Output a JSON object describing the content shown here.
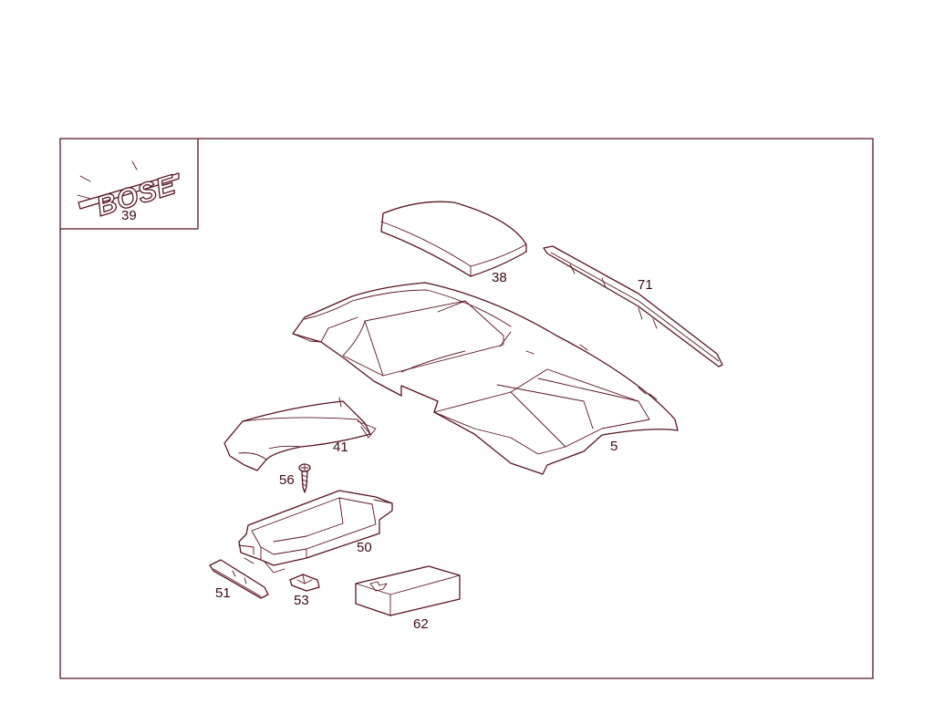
{
  "parts": [
    {
      "id": "p39",
      "label": "39"
    },
    {
      "id": "p38",
      "label": "38"
    },
    {
      "id": "p71",
      "label": "71"
    },
    {
      "id": "p5",
      "label": "5"
    },
    {
      "id": "p41",
      "label": "41"
    },
    {
      "id": "p56",
      "label": "56"
    },
    {
      "id": "p50",
      "label": "50"
    },
    {
      "id": "p51",
      "label": "51"
    },
    {
      "id": "p53",
      "label": "53"
    },
    {
      "id": "p62",
      "label": "62"
    }
  ],
  "inset": {
    "emblem_text": "BOSE"
  },
  "colors": {
    "line": "#5a1420",
    "label": "#3a0c14",
    "background": "#ffffff"
  }
}
